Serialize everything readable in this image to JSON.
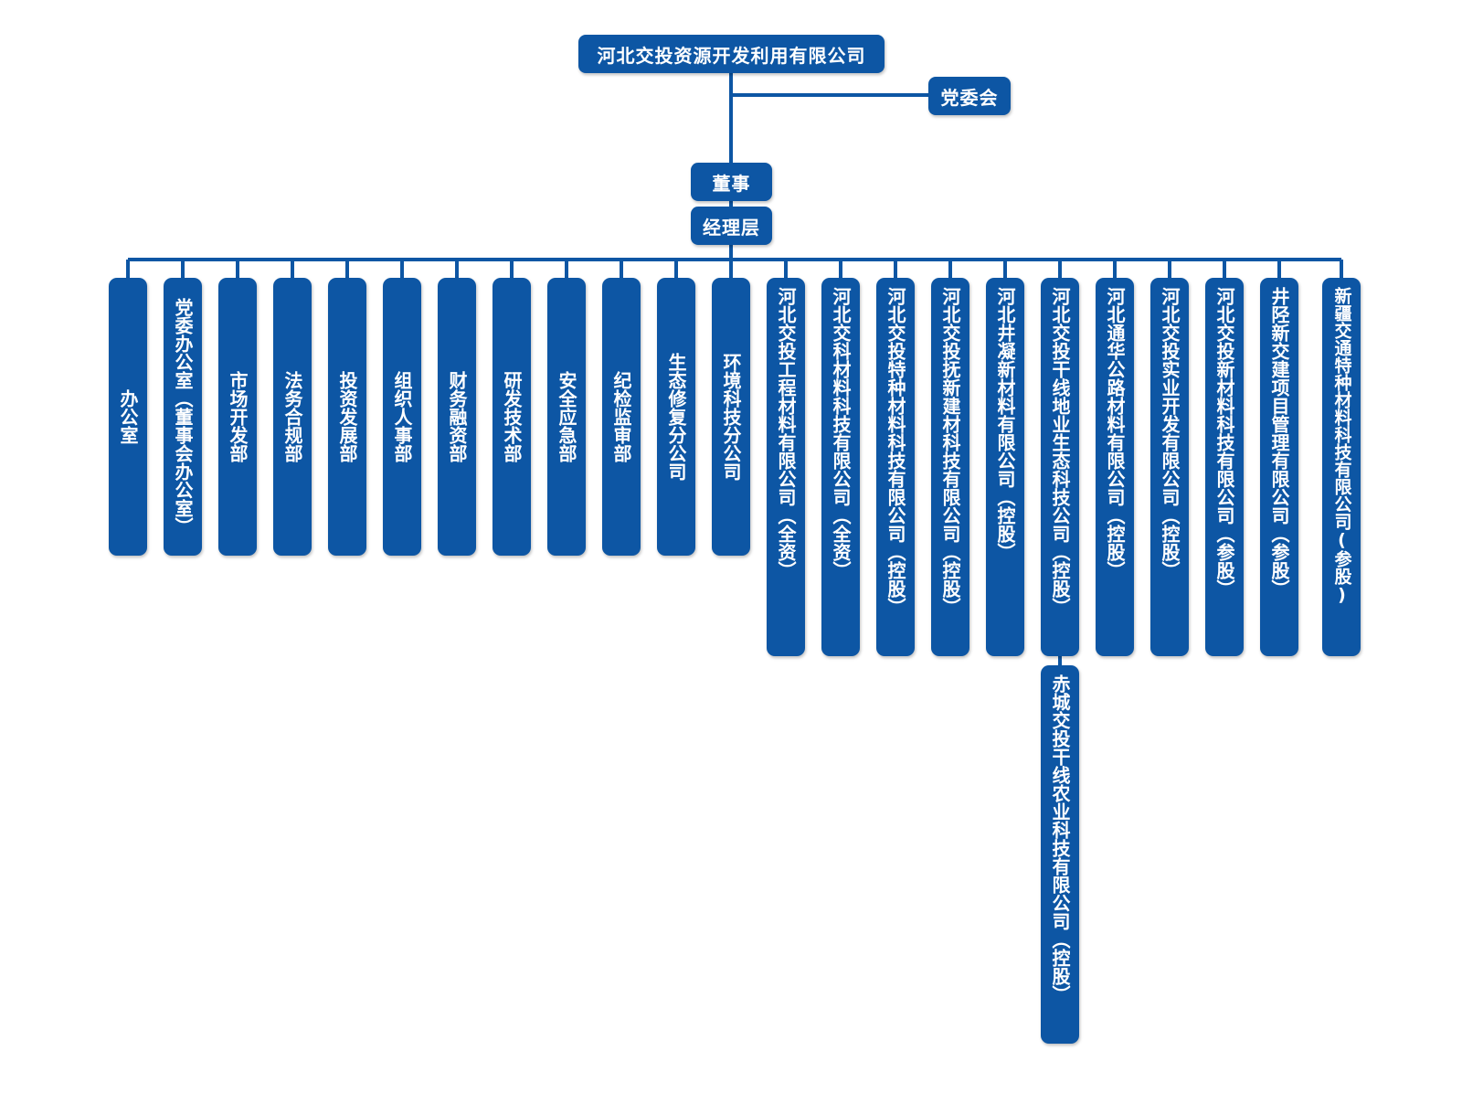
{
  "colors": {
    "box": "#0d56a4",
    "line": "#0d56a4",
    "text": "#ffffff"
  },
  "root": {
    "label": "河北交投资源开发利用有限公司"
  },
  "party_committee": {
    "label": "党委会"
  },
  "board": {
    "label": "董事"
  },
  "management": {
    "label": "经理层"
  },
  "departments": [
    {
      "label": "办公室"
    },
    {
      "label": "党委办公室（董事会办公室）"
    },
    {
      "label": "市场开发部"
    },
    {
      "label": "法务合规部"
    },
    {
      "label": "投资发展部"
    },
    {
      "label": "组织人事部"
    },
    {
      "label": "财务融资部"
    },
    {
      "label": "研发技术部"
    },
    {
      "label": "安全应急部"
    },
    {
      "label": "纪检监审部"
    },
    {
      "label": "生态修复分公司"
    },
    {
      "label": "环境科技分公司"
    }
  ],
  "subsidiaries": [
    {
      "label": "河北交投工程材料有限公司（全资）"
    },
    {
      "label": "河北交科材料科技有限公司（全资）"
    },
    {
      "label": "河北交投特种材料科技有限公司（控股）"
    },
    {
      "label": "河北交投抚新建材科技有限公司（控股）"
    },
    {
      "label": "河北井凝新材料有限公司（控股）"
    },
    {
      "label": "河北交投干线地业生态科技公司（控股）"
    },
    {
      "label": "河北通华公路材料有限公司（控股）"
    },
    {
      "label": "河北交投实业开发有限公司（控股）"
    },
    {
      "label": "河北交投新材料科技有限公司（参股）"
    },
    {
      "label": "井陉新交建项目管理有限公司（参股）"
    },
    {
      "label": "新疆交通特种材料科技有限公司(参股)"
    }
  ],
  "sub_subsidiary": {
    "label": "赤城交投干线农业科技有限公司（控股）"
  }
}
